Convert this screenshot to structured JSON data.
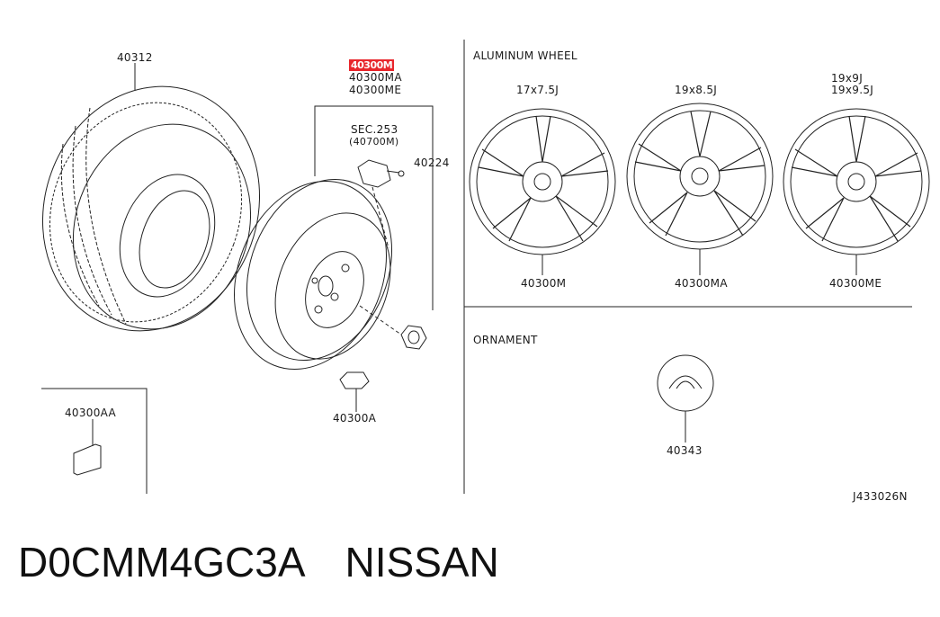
{
  "labels": {
    "tire": "40312",
    "wheel_highlight": "40300M",
    "wheel_ma": "40300MA",
    "wheel_me": "40300ME",
    "sec": "SEC.253",
    "sec_sub": "(40700M)",
    "nut": "40224",
    "weight": "40300A",
    "spacer": "40300AA",
    "aluminum_heading": "ALUMINUM WHEEL",
    "size_1": "17x7.5J",
    "size_2": "19x8.5J",
    "size_3a": "19x9J",
    "size_3b": "19x9.5J",
    "wheel_1": "40300M",
    "wheel_2": "40300MA",
    "wheel_3": "40300ME",
    "ornament_heading": "ORNAMENT",
    "ornament_part": "40343",
    "drawing_code": "J433026N"
  },
  "footer": {
    "part_code": "D0CMM4GC3A",
    "brand": "NISSAN"
  },
  "colors": {
    "line": "#222222",
    "highlight": "#e8262c"
  }
}
